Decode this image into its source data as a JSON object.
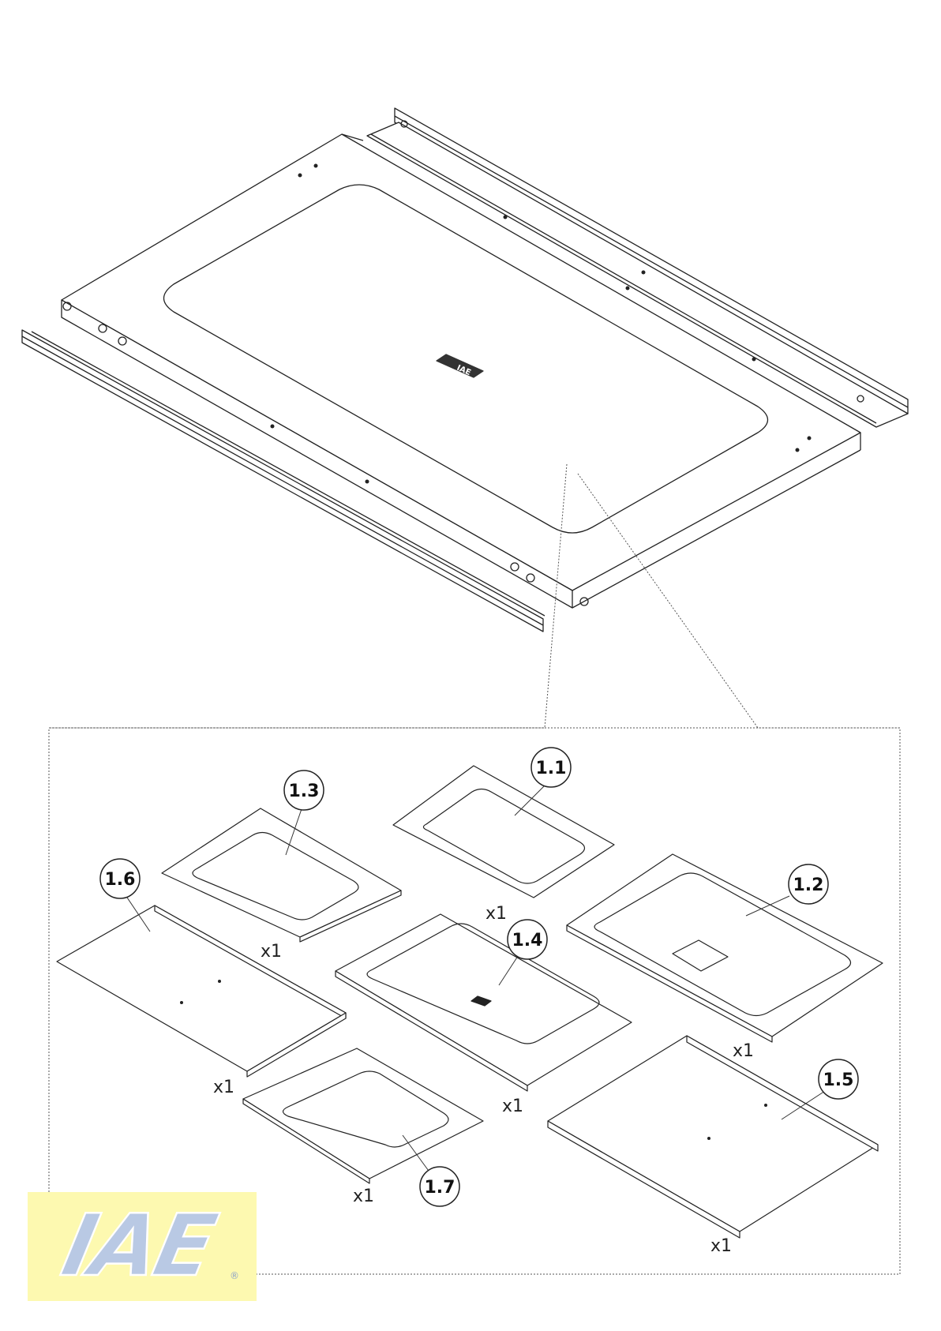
{
  "assembly": {
    "badge_label": "IAE"
  },
  "parts": [
    {
      "id": "1.1",
      "quantity": "x1"
    },
    {
      "id": "1.2",
      "quantity": "x1"
    },
    {
      "id": "1.3",
      "quantity": "x1"
    },
    {
      "id": "1.4",
      "quantity": "x1"
    },
    {
      "id": "1.5",
      "quantity": "x1"
    },
    {
      "id": "1.6",
      "quantity": "x1"
    },
    {
      "id": "1.7",
      "quantity": "x1"
    }
  ],
  "brand": {
    "logo_text": "IAE",
    "registered_mark": "®",
    "logo_color": "#b9c9e4",
    "logo_outline": "#ffffff",
    "logo_background": "#fdf9b0"
  },
  "colors": {
    "line": "#222222",
    "leader": "#555555",
    "paper": "#ffffff"
  }
}
